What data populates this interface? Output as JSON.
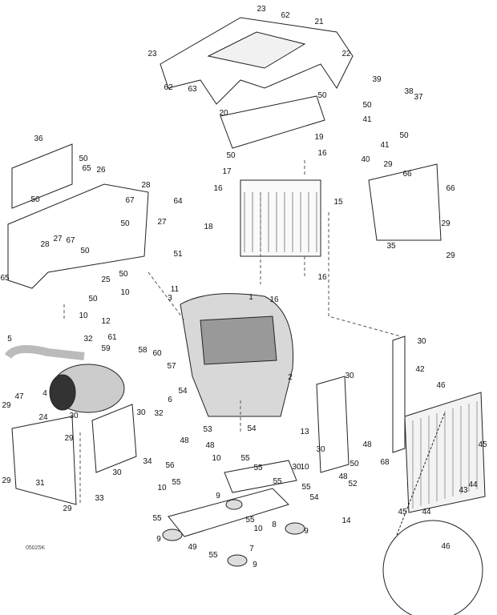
{
  "diagram": {
    "drawing_id": "05025K",
    "callouts": [
      "23",
      "62",
      "21",
      "22",
      "23",
      "62",
      "63",
      "50",
      "20",
      "19",
      "50",
      "16",
      "16",
      "17",
      "15",
      "64",
      "18",
      "51",
      "16",
      "16",
      "39",
      "38",
      "37",
      "50",
      "41",
      "41",
      "50",
      "40",
      "29",
      "66",
      "66",
      "29",
      "35",
      "29",
      "36",
      "50",
      "65",
      "26",
      "50",
      "67",
      "28",
      "50",
      "27",
      "28",
      "27",
      "67",
      "50",
      "65",
      "25",
      "50",
      "50",
      "10",
      "11",
      "10",
      "3",
      "1",
      "12",
      "61",
      "59",
      "58",
      "60",
      "57",
      "5",
      "32",
      "47",
      "4",
      "30",
      "2",
      "54",
      "32",
      "6",
      "30",
      "29",
      "24",
      "29",
      "30",
      "34",
      "31",
      "29",
      "33",
      "29",
      "53",
      "54",
      "48",
      "48",
      "56",
      "10",
      "55",
      "55",
      "55",
      "10",
      "9",
      "55",
      "55",
      "10",
      "55",
      "55",
      "9",
      "49",
      "55",
      "7",
      "9",
      "9",
      "8",
      "14",
      "13",
      "30",
      "30",
      "10",
      "50",
      "48",
      "52",
      "54",
      "48",
      "30",
      "42",
      "30",
      "46",
      "68",
      "45",
      "43",
      "44",
      "44",
      "45",
      "46"
    ]
  }
}
